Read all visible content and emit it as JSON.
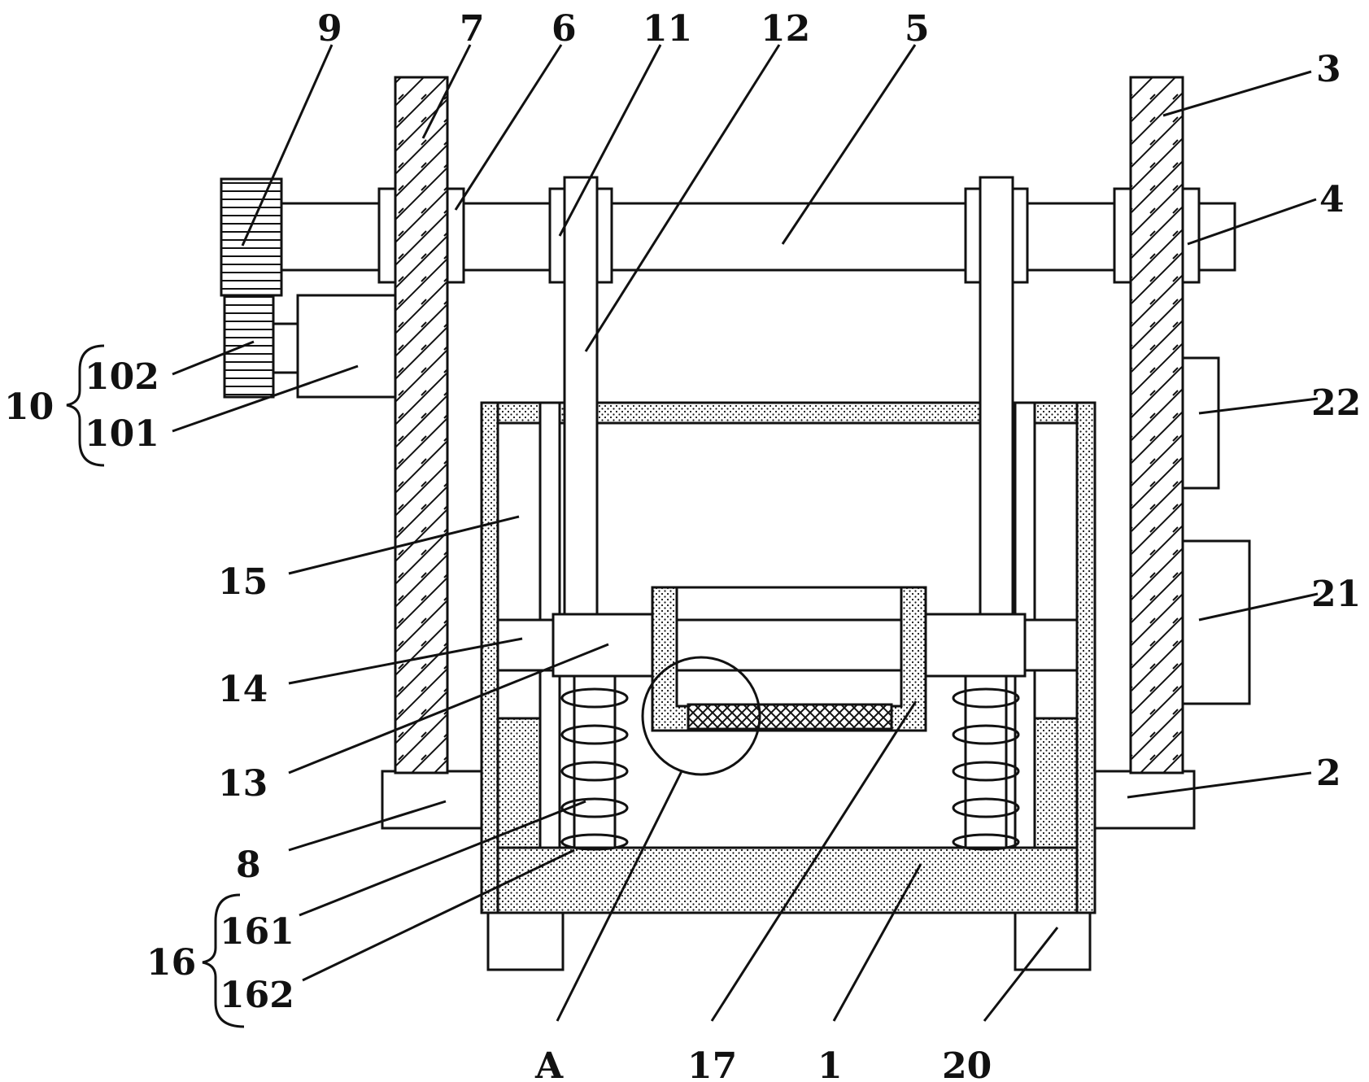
{
  "labels": {
    "n1": "1",
    "n2": "2",
    "n3": "3",
    "n4": "4",
    "n5": "5",
    "n6": "6",
    "n7": "7",
    "n8": "8",
    "n9": "9",
    "n10": "10",
    "n101": "101",
    "n102": "102",
    "n11": "11",
    "n12": "12",
    "n13": "13",
    "n14": "14",
    "n15": "15",
    "n16": "16",
    "n161": "161",
    "n162": "162",
    "n17": "17",
    "n20": "20",
    "n21": "21",
    "n22": "22",
    "nA": "A"
  },
  "colors": {
    "stroke": "#111111",
    "background": "#ffffff"
  }
}
